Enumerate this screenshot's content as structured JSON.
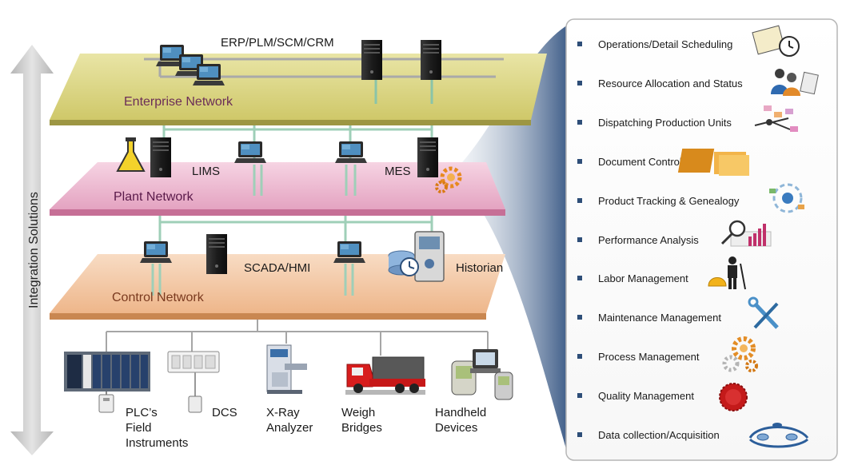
{
  "side_label": "Integration Solutions",
  "enterprise": {
    "network": "Enterprise Network",
    "systems": "ERP/PLM/SCM/CRM"
  },
  "plant": {
    "network": "Plant Network",
    "lims": "LIMS",
    "mes": "MES"
  },
  "control": {
    "network": "Control Network",
    "scada": "SCADA/HMI",
    "historian": "Historian"
  },
  "devices": [
    {
      "line1": "PLC’s",
      "line2": "Field",
      "line3": "Instruments"
    },
    {
      "line1": "DCS",
      "line2": "",
      "line3": ""
    },
    {
      "line1": "X-Ray",
      "line2": "Analyzer",
      "line3": ""
    },
    {
      "line1": "Weigh",
      "line2": "Bridges",
      "line3": ""
    },
    {
      "line1": "Handheld",
      "line2": "Devices",
      "line3": ""
    }
  ],
  "mes_functions": [
    {
      "label": "Operations/Detail Scheduling",
      "icon": "scheduling-icon"
    },
    {
      "label": "Resource Allocation and Status",
      "icon": "resource-icon"
    },
    {
      "label": "Dispatching Production Units",
      "icon": "dispatch-icon"
    },
    {
      "label": "Document Control",
      "icon": "folder-icon"
    },
    {
      "label": "Product Tracking & Genealogy",
      "icon": "tracking-icon"
    },
    {
      "label": "Performance Analysis",
      "icon": "analysis-icon"
    },
    {
      "label": "Labor Management",
      "icon": "worker-icon"
    },
    {
      "label": "Maintenance Management",
      "icon": "tools-icon"
    },
    {
      "label": "Process Management",
      "icon": "gears-icon"
    },
    {
      "label": "Quality Management",
      "icon": "seal-icon"
    },
    {
      "label": "Data collection/Acquisition",
      "icon": "network-icon"
    }
  ],
  "colors": {
    "enterprise": "#d8d27a",
    "plant": "#ecb6cf",
    "control": "#f3c9a6",
    "connector": "#9fcfb8",
    "panel_bullet": "#2e4e78"
  }
}
